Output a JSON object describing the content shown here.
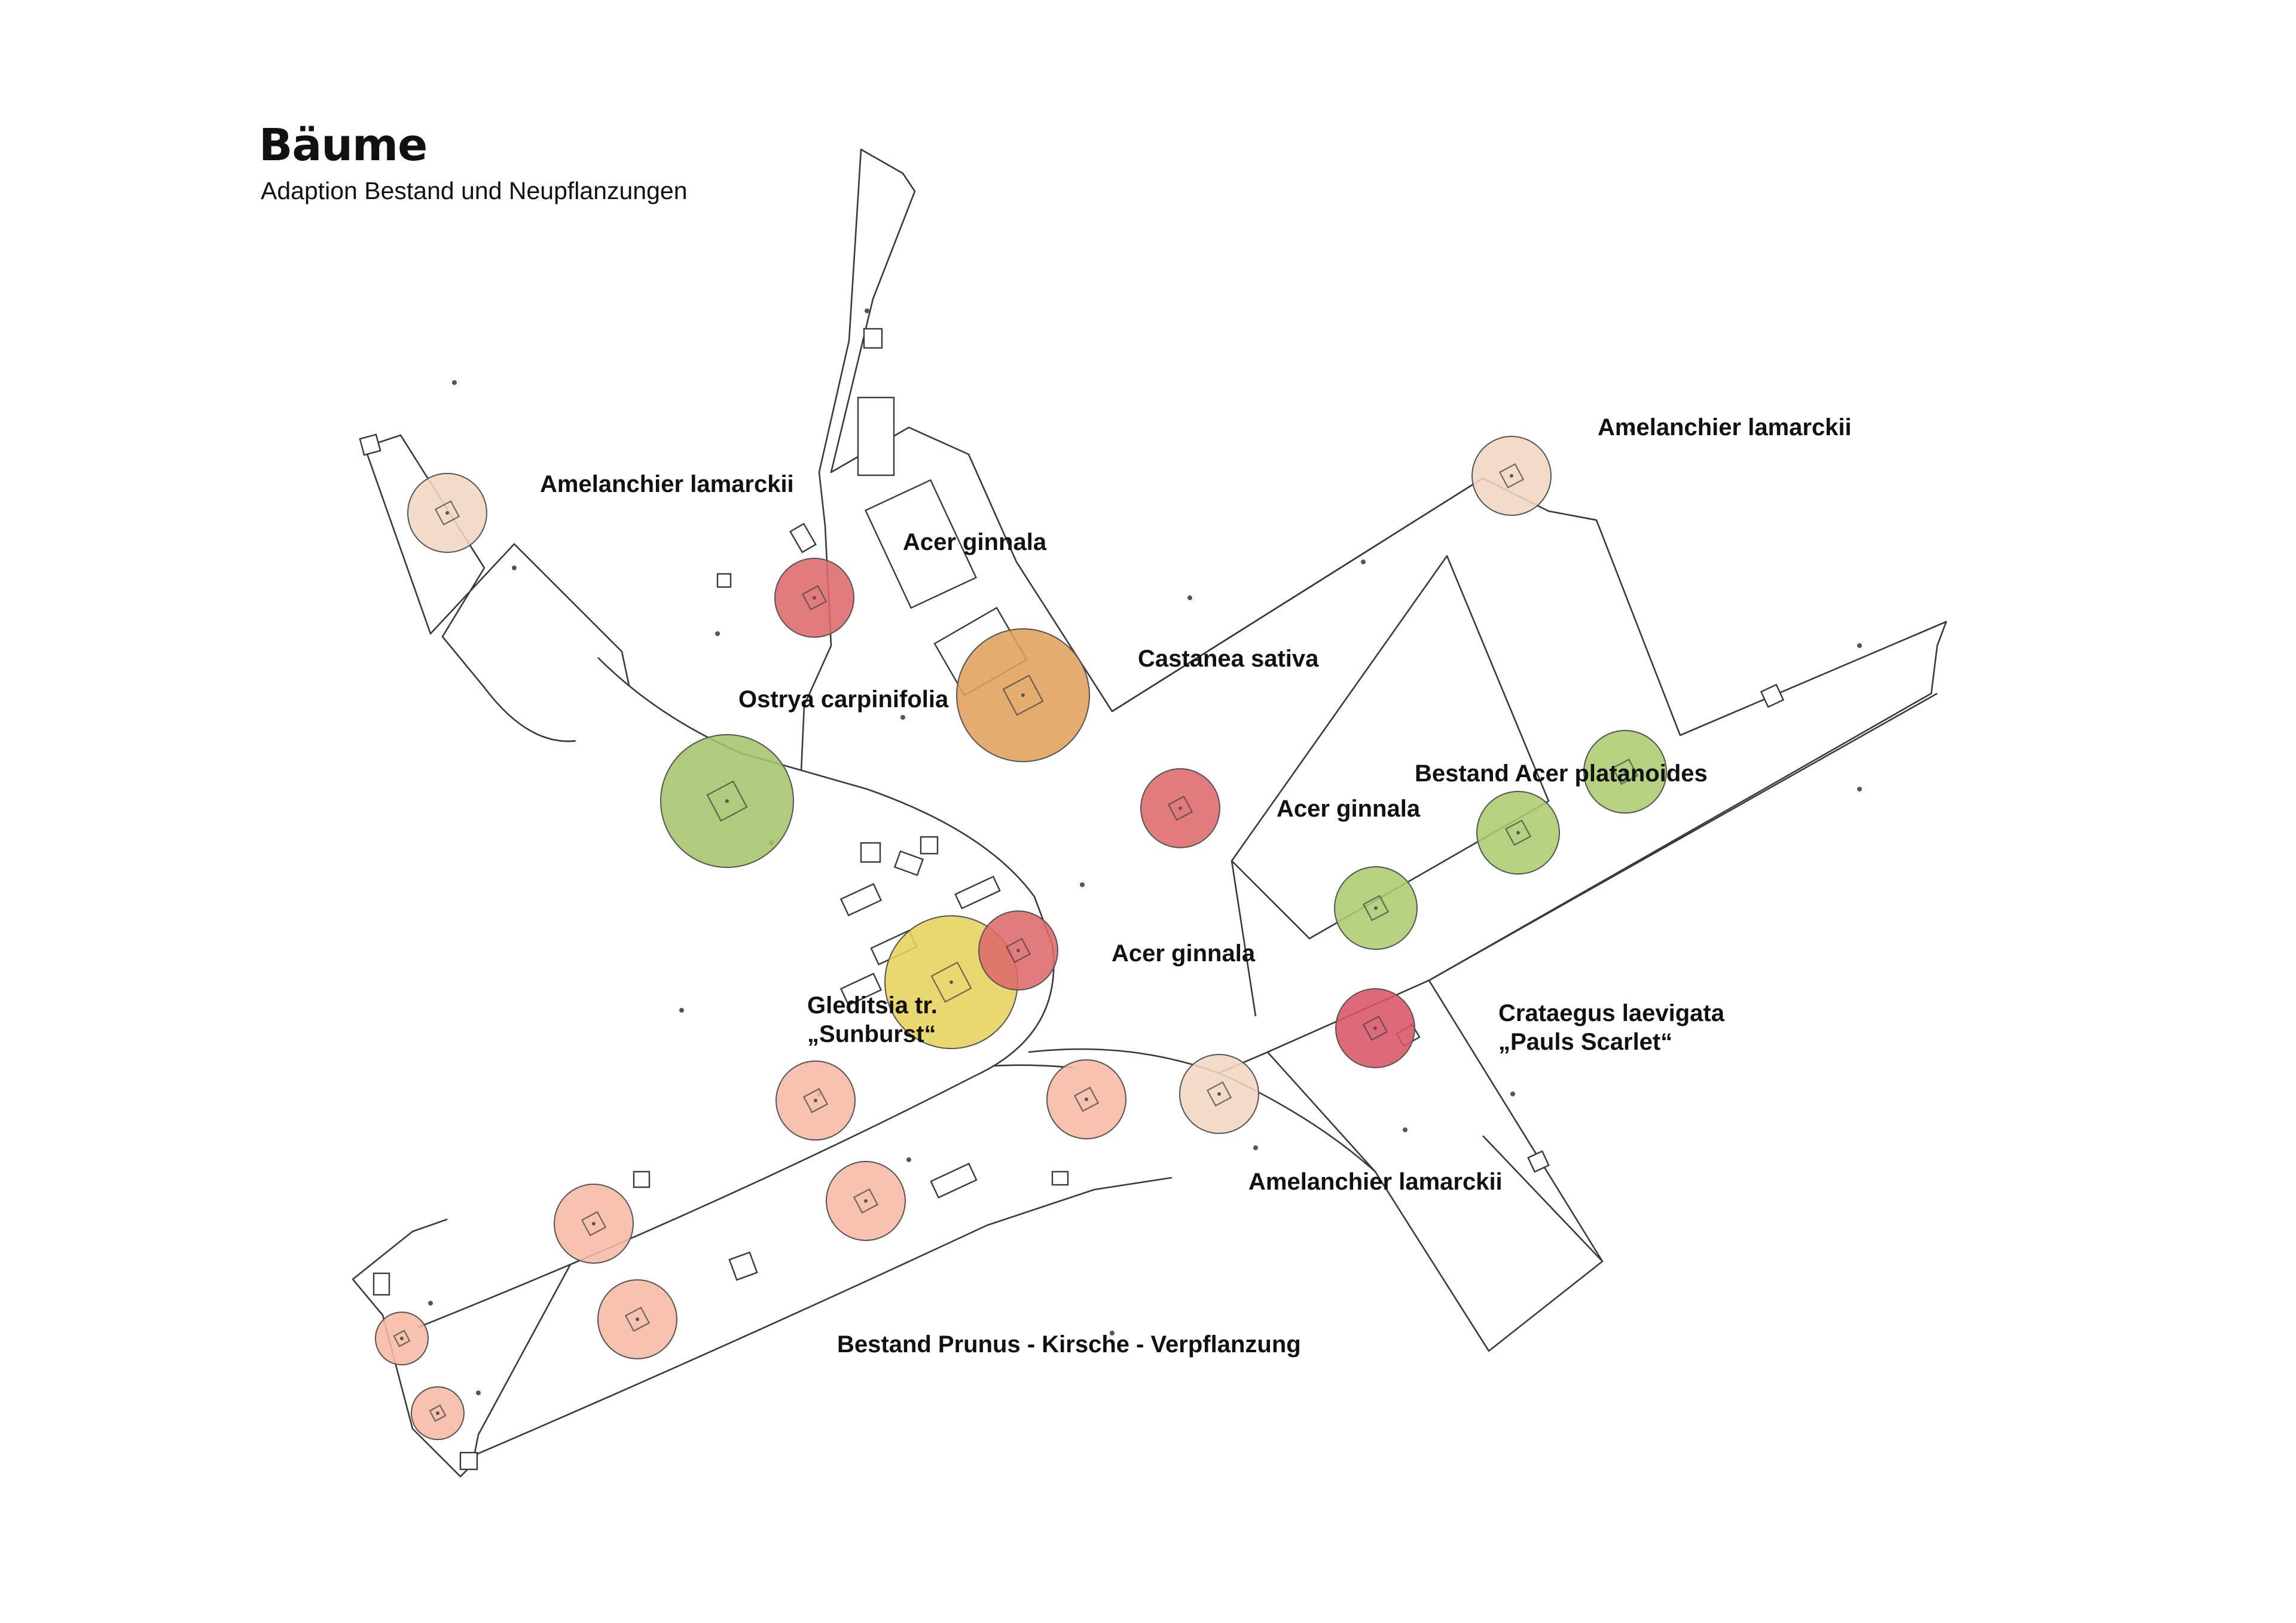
{
  "header": {
    "title": "Bäume",
    "subtitle": "Adaption Bestand und Neupflanzungen"
  },
  "colors": {
    "amelanchier": "#f0d6c2",
    "acer_ginnala": "#de6a6a",
    "castanea": "#e0a05a",
    "ostrya": "#a6c46a",
    "acer_platanoides": "#aacc6e",
    "gleditsia": "#e6d25c",
    "crataegus": "#d95466",
    "prunus": "#f6b9a4",
    "line": "#3a3a3a"
  },
  "labels": [
    {
      "id": "amelanchier-nw",
      "lines": [
        "Amelanchier lamarckii"
      ]
    },
    {
      "id": "acer-ginnala-n",
      "lines": [
        "Acer ginnala"
      ]
    },
    {
      "id": "castanea",
      "lines": [
        "Castanea sativa"
      ]
    },
    {
      "id": "ostrya",
      "lines": [
        "Ostrya carpinifolia"
      ]
    },
    {
      "id": "amelanchier-ne",
      "lines": [
        "Amelanchier lamarckii"
      ]
    },
    {
      "id": "acer-platanoides",
      "lines": [
        "Bestand Acer platanoides"
      ]
    },
    {
      "id": "acer-ginnala-e",
      "lines": [
        "Acer ginnala"
      ]
    },
    {
      "id": "acer-ginnala-c",
      "lines": [
        "Acer ginnala"
      ]
    },
    {
      "id": "crataegus",
      "lines": [
        "Crataegus laevigata",
        "„Pauls Scarlet“"
      ]
    },
    {
      "id": "gleditsia",
      "lines": [
        "Gleditsia tr.",
        "„Sunburst“"
      ]
    },
    {
      "id": "amelanchier-se",
      "lines": [
        "Amelanchier lamarckii"
      ]
    },
    {
      "id": "prunus",
      "lines": [
        "Bestand Prunus - Kirsche - Verpflanzung"
      ]
    }
  ],
  "trees": [
    {
      "species": "amelanchier"
    },
    {
      "species": "acer_ginnala"
    },
    {
      "species": "castanea"
    },
    {
      "species": "ostrya"
    },
    {
      "species": "amelanchier"
    },
    {
      "species": "acer_ginnala"
    },
    {
      "species": "acer_platanoides"
    },
    {
      "species": "acer_platanoides"
    },
    {
      "species": "acer_platanoides"
    },
    {
      "species": "gleditsia"
    },
    {
      "species": "acer_ginnala"
    },
    {
      "species": "crataegus"
    },
    {
      "species": "amelanchier"
    },
    {
      "species": "prunus"
    },
    {
      "species": "prunus"
    },
    {
      "species": "prunus"
    },
    {
      "species": "prunus"
    },
    {
      "species": "prunus"
    },
    {
      "species": "prunus"
    },
    {
      "species": "prunus"
    }
  ]
}
